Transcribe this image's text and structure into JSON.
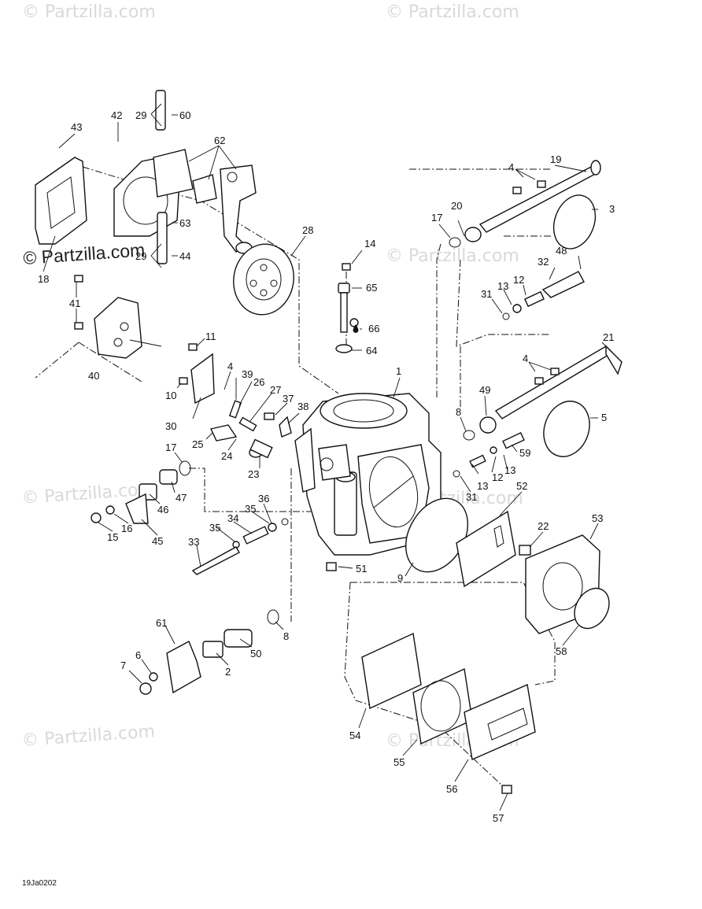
{
  "watermark": {
    "text": "© Partzilla.com",
    "color_light": "#d9d9d9",
    "color_dark": "#222222"
  },
  "drawing_ref": "19Ja0202",
  "callouts": {
    "n1": "1",
    "n2": "2",
    "n3": "3",
    "n4a": "4",
    "n4b": "4",
    "n4c": "4",
    "n5": "5",
    "n6": "6",
    "n7": "7",
    "n8a": "8",
    "n8b": "8",
    "n9": "9",
    "n10": "10",
    "n11": "11",
    "n12a": "12",
    "n12b": "12",
    "n13a": "13",
    "n13b": "13",
    "n13c": "13",
    "n14": "14",
    "n15": "15",
    "n16": "16",
    "n17a": "17",
    "n17b": "17",
    "n18": "18",
    "n19": "19",
    "n20": "20",
    "n21": "21",
    "n22": "22",
    "n23": "23",
    "n24": "24",
    "n25": "25",
    "n26": "26",
    "n27": "27",
    "n28": "28",
    "n29a": "29",
    "n29b": "29",
    "n30": "30",
    "n31a": "31",
    "n31b": "31",
    "n32": "32",
    "n33": "33",
    "n34": "34",
    "n35a": "35",
    "n35b": "35",
    "n36": "36",
    "n37": "37",
    "n38": "38",
    "n39": "39",
    "n40": "40",
    "n41": "41",
    "n42": "42",
    "n43": "43",
    "n44": "44",
    "n45": "45",
    "n46": "46",
    "n47": "47",
    "n48": "48",
    "n49": "49",
    "n50": "50",
    "n51": "51",
    "n52": "52",
    "n53": "53",
    "n54": "54",
    "n55": "55",
    "n56": "56",
    "n57": "57",
    "n58": "58",
    "n59": "59",
    "n60": "60",
    "n61": "61",
    "n62": "62",
    "n63": "63",
    "n64": "64",
    "n65": "65",
    "n66": "66"
  }
}
